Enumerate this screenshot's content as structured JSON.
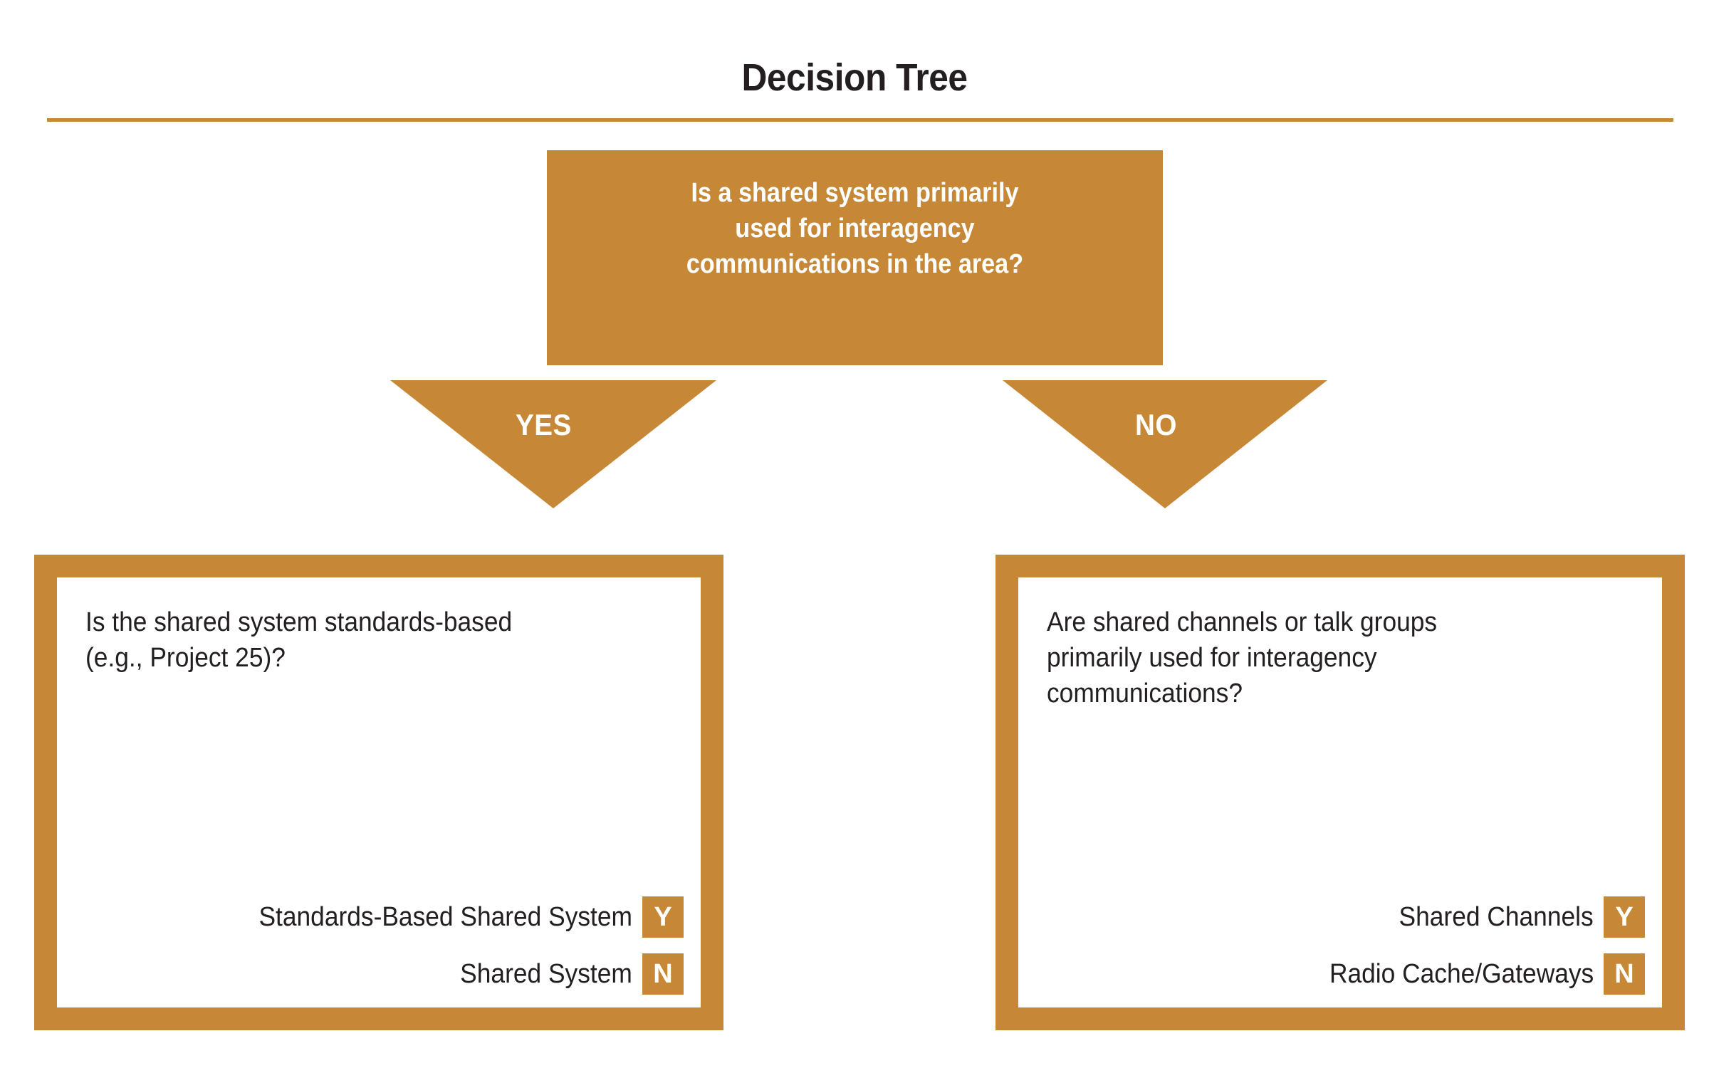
{
  "title": "Decision Tree",
  "colors": {
    "accent_gold": "#c68837",
    "text_dark": "#231f20",
    "text_light": "#ffffff",
    "background": "#ffffff"
  },
  "root": {
    "question": "Is a shared system primarily\nused for interagency\ncommunications in the area?"
  },
  "branches": [
    {
      "label": "YES"
    },
    {
      "label": "NO"
    }
  ],
  "outcomes": [
    {
      "question": "Is the shared system standards-based\n(e.g., Project 25)?",
      "answers": [
        {
          "label": "Standards-Based Shared System",
          "badge": "Y"
        },
        {
          "label": "Shared System",
          "badge": "N"
        }
      ]
    },
    {
      "question": "Are shared channels or talk groups\nprimarily used for interagency\ncommunications?",
      "answers": [
        {
          "label": "Shared Channels",
          "badge": "Y"
        },
        {
          "label": "Radio Cache/Gateways",
          "badge": "N"
        }
      ]
    }
  ]
}
